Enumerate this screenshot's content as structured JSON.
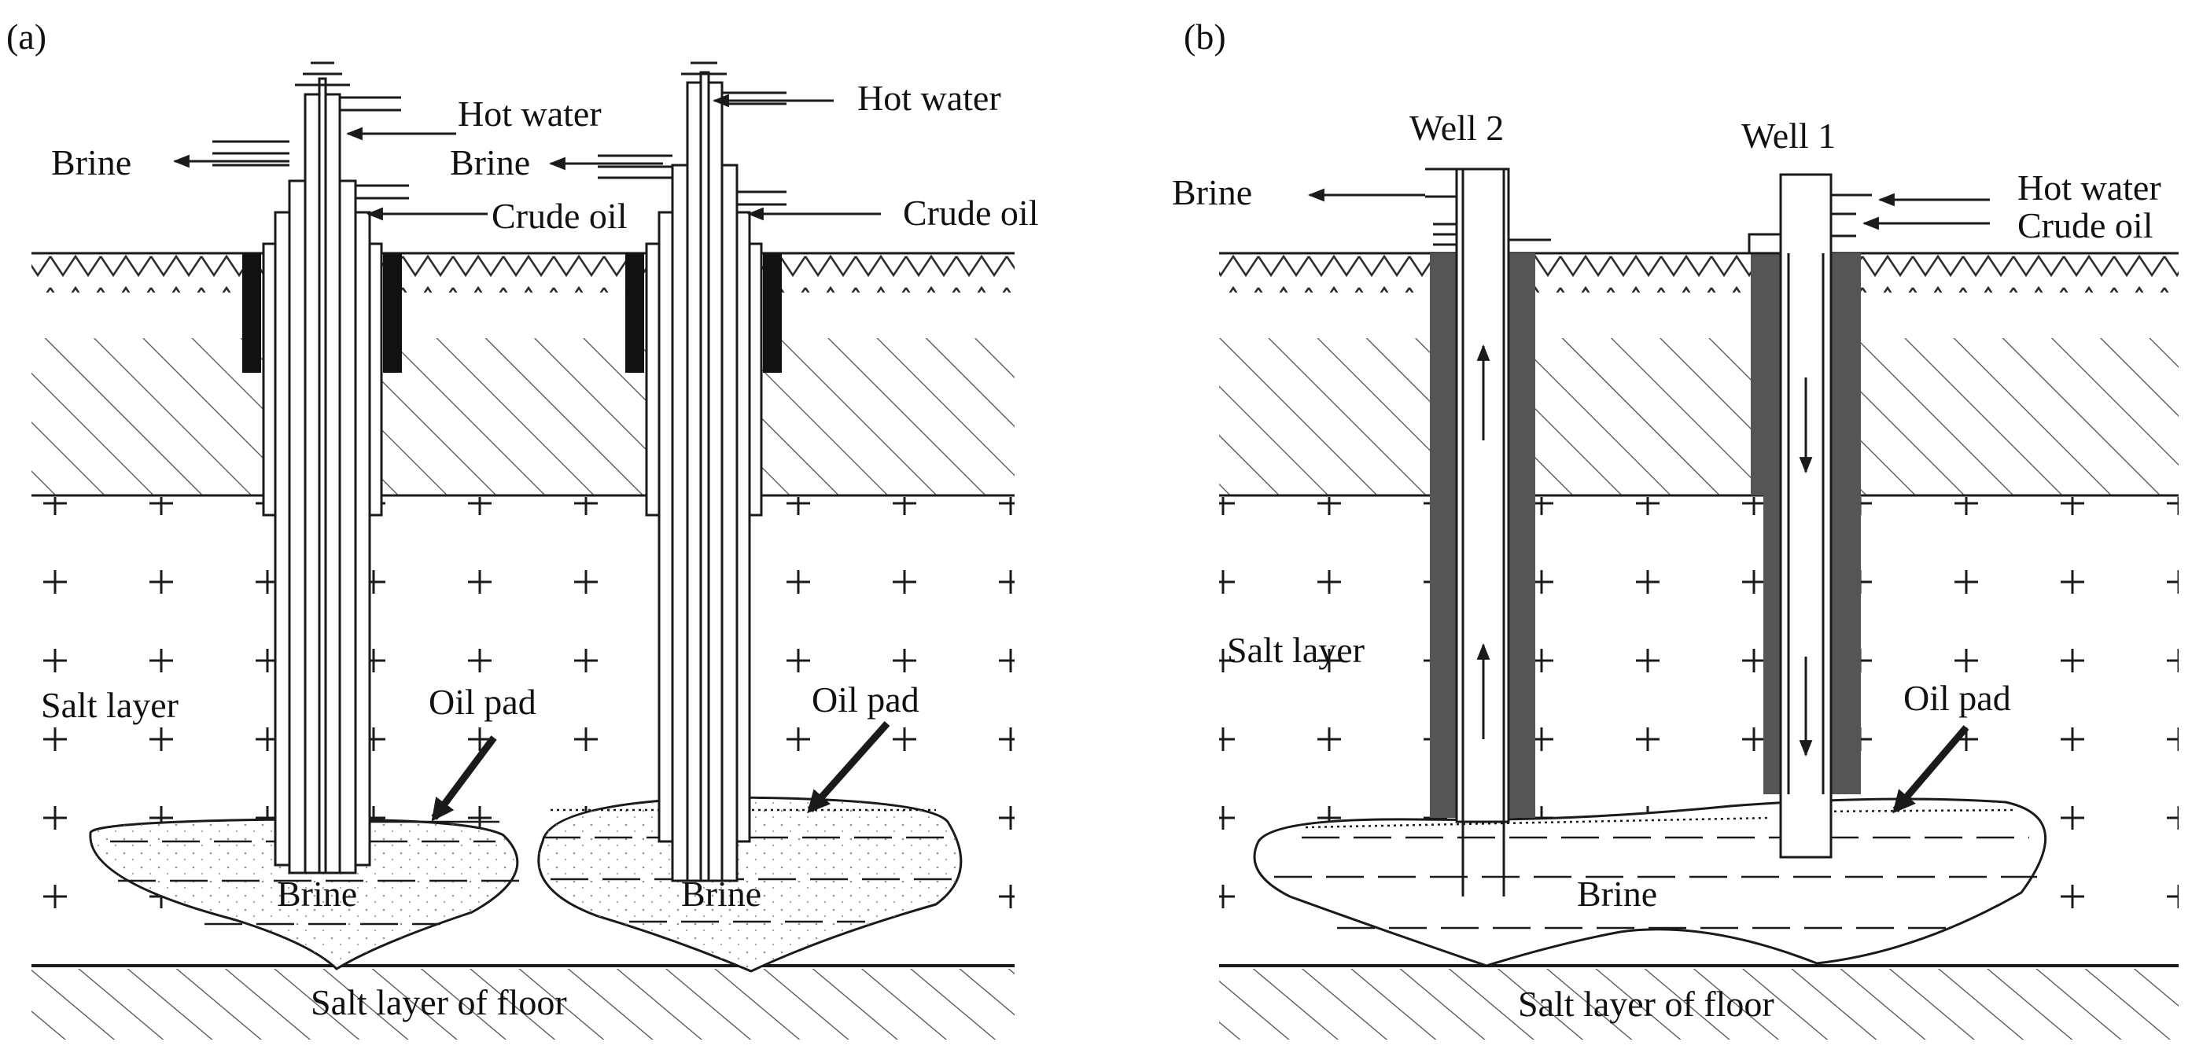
{
  "colors": {
    "line": "#1a1a1a",
    "hatch": "#4a4a4a",
    "grout": "#555555",
    "cement_black": "#111111"
  },
  "panel_a": {
    "label": "(a)",
    "hot_water_1": "Hot water",
    "brine_out_1": "Brine",
    "crude_oil_1": "Crude oil",
    "hot_water_2": "Hot water",
    "brine_out_2": "Brine",
    "crude_oil_2": "Crude oil",
    "salt_layer": "Salt layer",
    "oil_pad_1": "Oil pad",
    "oil_pad_2": "Oil pad",
    "brine_1": "Brine",
    "brine_2": "Brine",
    "floor": "Salt layer of floor"
  },
  "panel_b": {
    "label": "(b)",
    "well_2": "Well 2",
    "well_1": "Well 1",
    "brine_out": "Brine",
    "hot_water": "Hot water",
    "crude_oil": "Crude oil",
    "salt_layer": "Salt layer",
    "oil_pad": "Oil pad",
    "brine": "Brine",
    "floor": "Salt layer of floor"
  }
}
